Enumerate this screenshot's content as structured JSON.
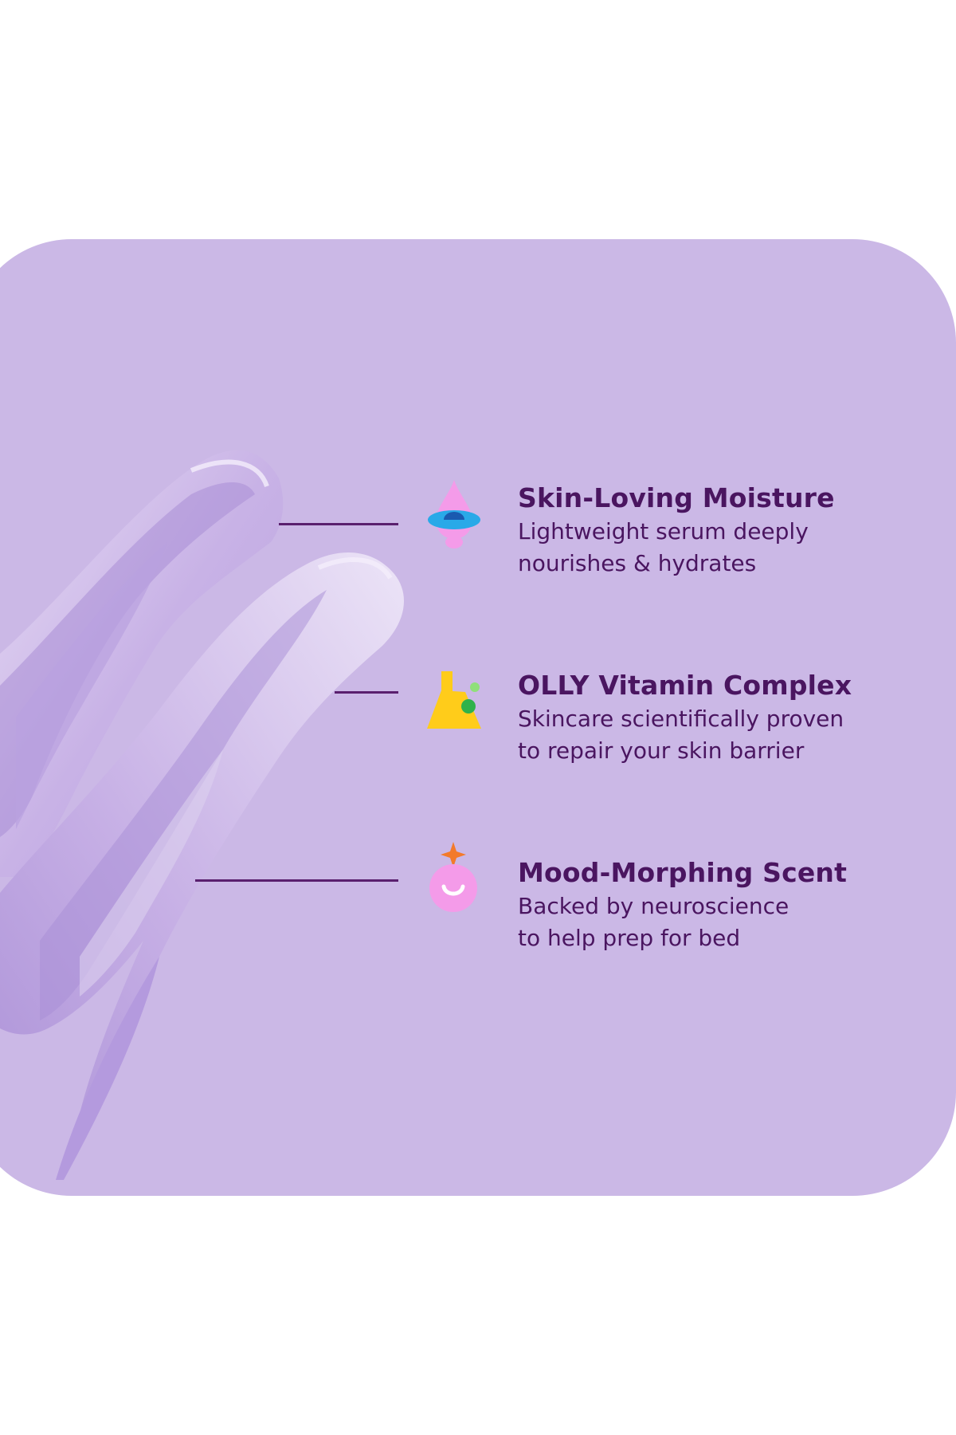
{
  "colors": {
    "card_background": "#cbb8e6",
    "text": "#4a1560",
    "connector_line": "#5a1f6e",
    "cream_light": "#e3d8f2",
    "cream_mid": "#c9b3e6",
    "cream_shadow": "#a78bd3",
    "icon_pink": "#f49be9",
    "icon_blue": "#29a9e8",
    "icon_yellow": "#ffcc1a",
    "icon_green": "#2fb24a",
    "icon_orange": "#f37a2b"
  },
  "features": [
    {
      "icon": "water-drop-icon",
      "title": "Skin-Loving Moisture",
      "desc_line1": "Lightweight serum deeply",
      "desc_line2": "nourishes & hydrates"
    },
    {
      "icon": "lab-flask-icon",
      "title": "OLLY Vitamin Complex",
      "desc_line1": "Skincare scientifically proven",
      "desc_line2": "to repair your skin barrier"
    },
    {
      "icon": "smiling-sparkle-icon",
      "title": "Mood-Morphing Scent",
      "desc_line1": "Backed by neuroscience",
      "desc_line2": "to help prep for bed"
    }
  ]
}
